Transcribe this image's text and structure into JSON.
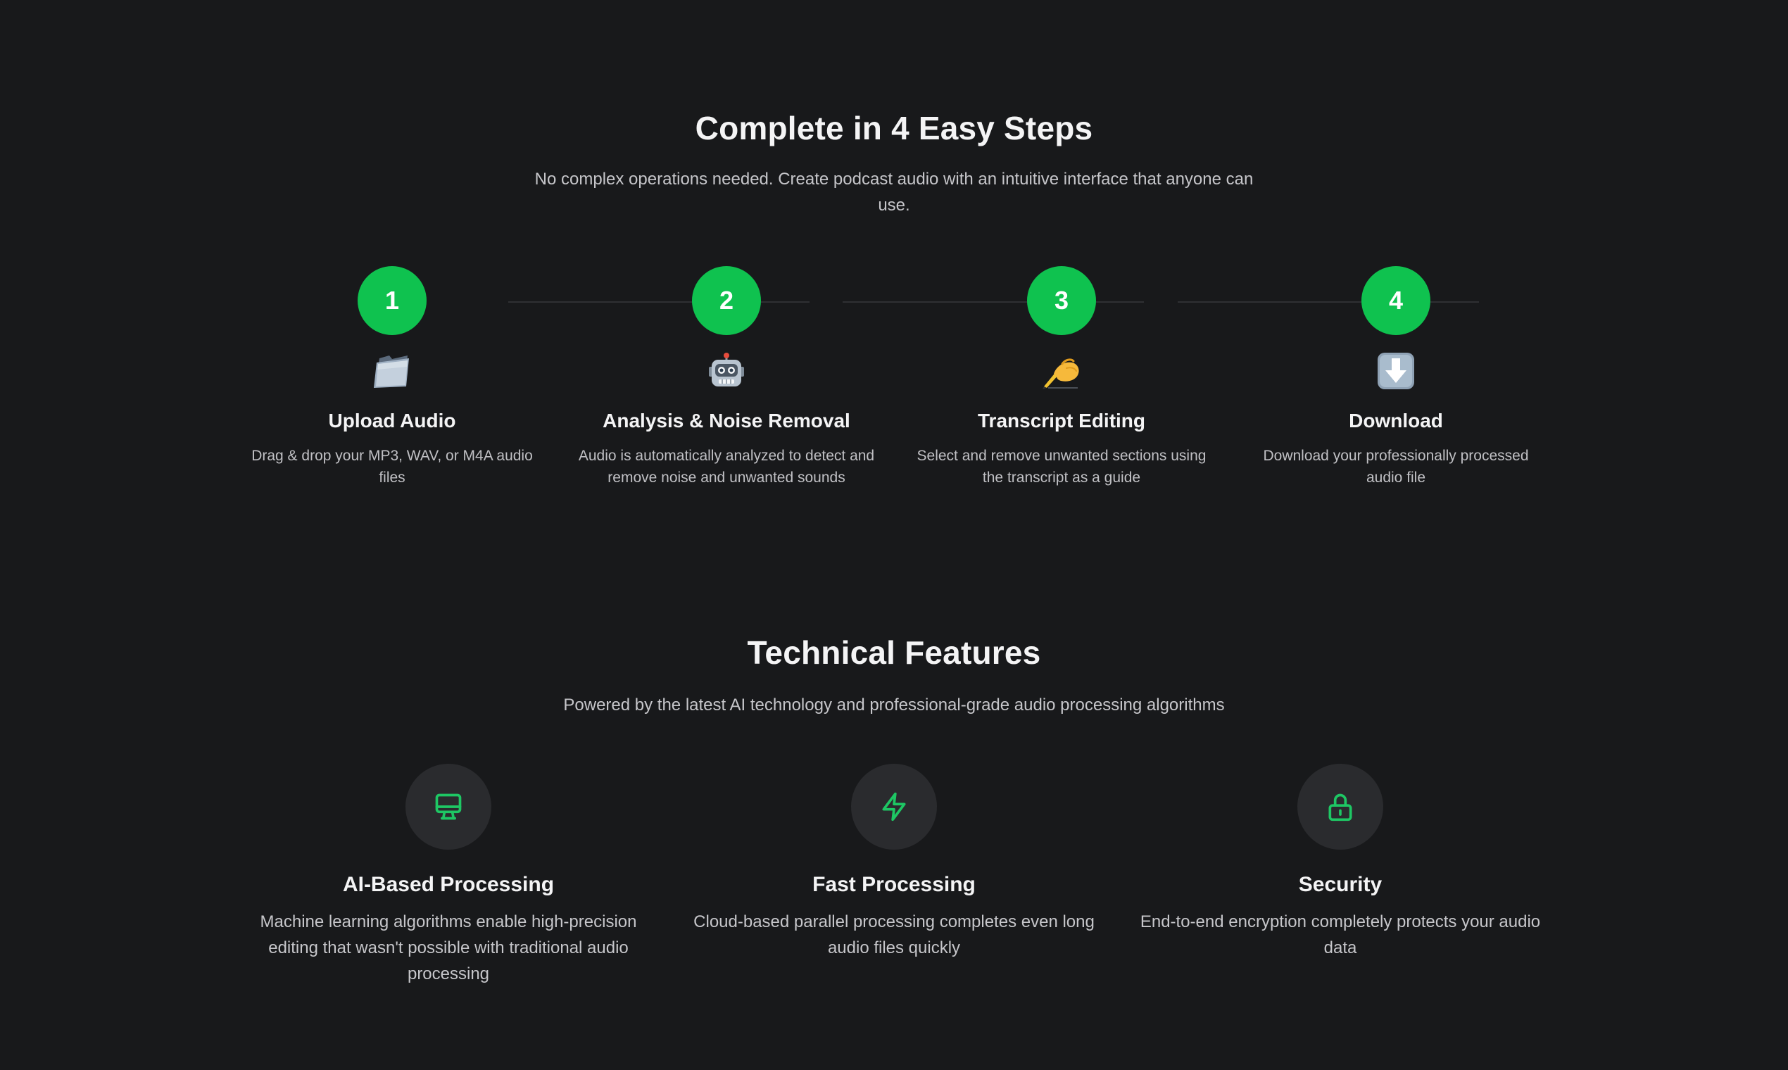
{
  "steps_section": {
    "title": "Complete in 4 Easy Steps",
    "subtitle": "No complex operations needed. Create podcast audio with an intuitive interface that anyone can use.",
    "steps": [
      {
        "number": "1",
        "icon": "folder-icon",
        "title": "Upload Audio",
        "description": "Drag & drop your MP3, WAV, or M4A audio files"
      },
      {
        "number": "2",
        "icon": "robot-icon",
        "title": "Analysis & Noise Removal",
        "description": "Audio is automatically analyzed to detect and remove noise and unwanted sounds"
      },
      {
        "number": "3",
        "icon": "writing-hand-icon",
        "title": "Transcript Editing",
        "description": "Select and remove unwanted sections using the transcript as a guide"
      },
      {
        "number": "4",
        "icon": "down-arrow-icon",
        "title": "Download",
        "description": "Download your professionally processed audio file"
      }
    ]
  },
  "features_section": {
    "title": "Technical Features",
    "subtitle": "Powered by the latest AI technology and professional-grade audio processing algorithms",
    "features": [
      {
        "icon": "monitor-icon",
        "title": "AI-Based Processing",
        "description": "Machine learning algorithms enable high-precision editing that wasn't possible with traditional audio processing"
      },
      {
        "icon": "lightning-bolt-icon",
        "title": "Fast Processing",
        "description": "Cloud-based parallel processing completes even long audio files quickly"
      },
      {
        "icon": "lock-icon",
        "title": "Security",
        "description": "End-to-end encryption completely protects your audio data"
      }
    ]
  },
  "colors": {
    "background": "#18191b",
    "accent_green": "#0fc24f",
    "icon_green": "#1ec764",
    "icon_circle_bg": "#2a2b2e",
    "connector_line": "#2f3033"
  }
}
